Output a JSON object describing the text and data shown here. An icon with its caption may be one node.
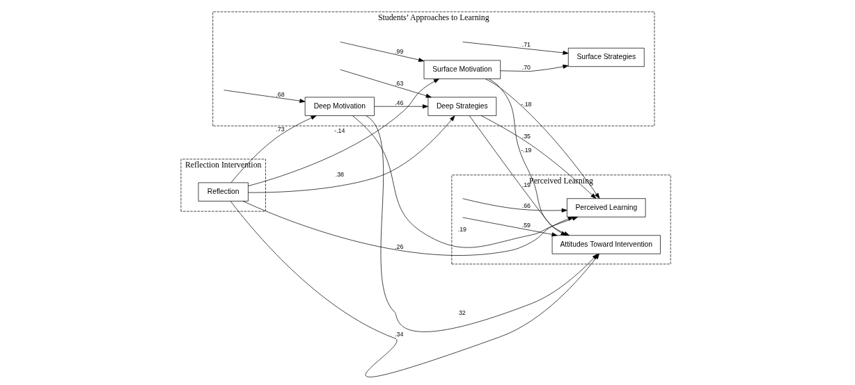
{
  "diagram": {
    "nodes": [
      {
        "text": [
          "Reflection Intervention"
        ]
      },
      {
        "text": [
          "Reflection"
        ],
        "in": 0
      },
      {
        "text": [
          "Students’ Approaches to Learning"
        ]
      },
      {
        "text": [
          "Deep Motivation"
        ],
        "in": 2
      },
      {
        "text": [
          "Deep Strategies"
        ],
        "in": 2
      },
      {
        "text": [
          "Surface Motivation"
        ],
        "in": 2
      },
      {
        "text": [
          "Surface Strategies"
        ],
        "in": 2
      },
      {
        "text": [
          "Perceived Learning"
        ]
      },
      {
        "text": [
          "Perceived Learning"
        ],
        "in": 7
      },
      {
        "text": [
          "Attitudes Toward Intervention"
        ],
        "in": 7
      }
    ],
    "edges": [
      {
        "from": 1,
        "to": 3,
        "arrow": "to",
        "label": ".73"
      },
      {
        "from": 1,
        "to": 4,
        "arrow": "to",
        "label": ".38"
      },
      {
        "from": 1,
        "to": 8,
        "arrow": "to",
        "label": ".26"
      },
      {
        "from": 1,
        "to": 9,
        "arrow": "to",
        "label": ".34"
      },
      {
        "from": 1,
        "to": 5,
        "arrow": "to",
        "label": "-.14"
      },
      {
        "from": 3,
        "to": 4,
        "arrow": "to",
        "label": ".46"
      },
      {
        "from": 3,
        "to": 8,
        "arrow": "to",
        "label": ".19"
      },
      {
        "from": 3,
        "to": 9,
        "arrow": "to",
        "label": "32"
      },
      {
        "from": 4,
        "to": 8,
        "arrow": "to",
        "label": ".35"
      },
      {
        "from": 4,
        "to": 9,
        "arrow": "to",
        "label": ".19"
      },
      {
        "from": 5,
        "to": 8,
        "arrow": "to",
        "label": "-.18"
      },
      {
        "from": 5,
        "to": 9,
        "arrow": "to",
        "label": "-.19"
      },
      {
        "from": 5,
        "to": 6,
        "arrow": "to",
        "label": ".70"
      },
      {
        "from": null,
        "to": 3,
        "arrow": "to",
        "label": ".68"
      },
      {
        "from": null,
        "to": 4,
        "arrow": "to",
        "label": ".63"
      },
      {
        "from": null,
        "to": 8,
        "arrow": "to",
        "label": ".66"
      },
      {
        "from": null,
        "to": 9,
        "arrow": "to",
        "label": ".59"
      },
      {
        "from": null,
        "to": 5,
        "arrow": "to",
        "label": ".99"
      },
      {
        "from": null,
        "to": 6,
        "arrow": "to",
        "label": ".71"
      }
    ]
  }
}
